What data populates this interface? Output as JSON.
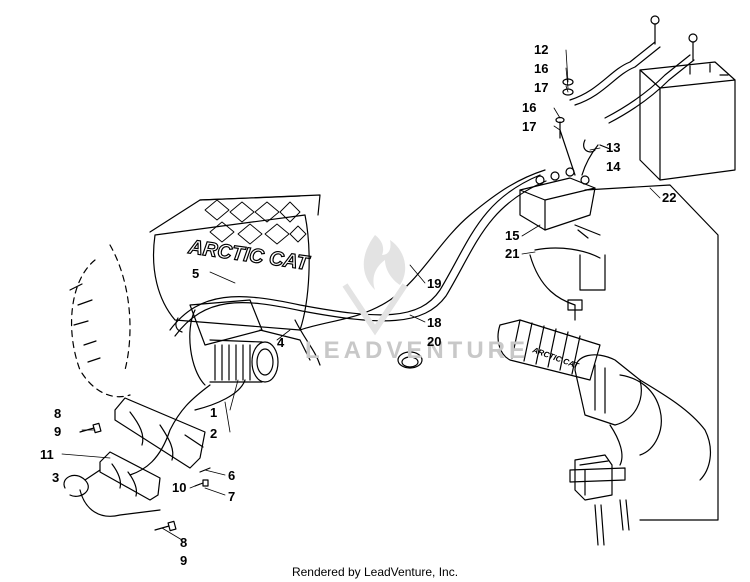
{
  "diagram": {
    "brand_text": "ARCTIC CAT",
    "watermark": "LEADVENTURE",
    "grip_text": "ARCTIC CAT",
    "callouts": [
      "12",
      "16",
      "17",
      "16",
      "17",
      "13",
      "14",
      "22",
      "15",
      "21",
      "5",
      "19",
      "4",
      "18",
      "20",
      "1",
      "2",
      "8",
      "9",
      "11",
      "3",
      "6",
      "10",
      "7",
      "8",
      "9"
    ]
  },
  "footer": {
    "text": "Rendered by LeadVenture, Inc."
  }
}
